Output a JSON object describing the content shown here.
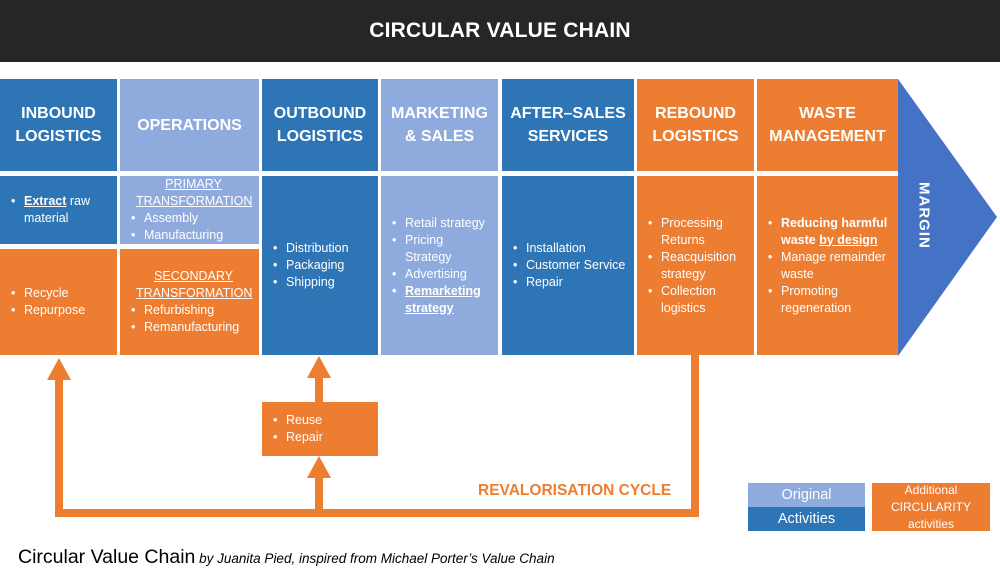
{
  "title": "CIRCULAR VALUE CHAIN",
  "columns": [
    {
      "id": "inbound",
      "header": "INBOUND LOGISTICS"
    },
    {
      "id": "operations",
      "header": "OPERATIONS"
    },
    {
      "id": "outbound",
      "header": "OUTBOUND LOGISTICS"
    },
    {
      "id": "marketing",
      "header": "MARKETING & SALES"
    },
    {
      "id": "aftersales",
      "header": "AFTER–SALES SERVICES"
    },
    {
      "id": "rebound",
      "header": "REBOUND LOGISTICS"
    },
    {
      "id": "waste",
      "header": "WASTE MANAGEMENT"
    }
  ],
  "margin_label": "MARGIN",
  "inbound": {
    "top": {
      "emph": "Extract",
      "rest": " raw material"
    },
    "bottom": [
      "Recycle",
      "Repurpose"
    ]
  },
  "operations": {
    "primary_title": "PRIMARY TRANSFORMATION",
    "primary_items": [
      "Assembly",
      "Manufacturing"
    ],
    "secondary_title": "SECONDARY TRANSFORMATION",
    "secondary_items": [
      "Refurbishing",
      "Remanufacturing"
    ]
  },
  "outbound": {
    "items": [
      "Distribution",
      "Packaging",
      "Shipping"
    ]
  },
  "marketing": {
    "items": [
      "Retail strategy",
      "Pricing Strategy",
      "Advertising"
    ],
    "emph_item": "Remarketing strategy"
  },
  "aftersales": {
    "items": [
      "Installation",
      "Customer Service",
      "Repair"
    ]
  },
  "rebound": {
    "items": [
      "Processing Returns",
      "Reacquisition strategy",
      "Collection logistics"
    ]
  },
  "waste": {
    "first_strong": "Reducing harmful waste ",
    "first_emph": "by design",
    "items": [
      "Manage remainder waste",
      "Promoting regeneration"
    ]
  },
  "loop_box": {
    "items": [
      "Reuse",
      "Repair"
    ]
  },
  "cycle_label": "REVALORISATION CYCLE",
  "legend": {
    "original_top": "Original",
    "original_bottom": "Activities",
    "additional": "Additional CIRCULARITY activities"
  },
  "caption": {
    "main": "Circular Value Chain",
    "by": " by Juanita Pied, inspired from Michael Porter’s Value Chain"
  },
  "colors": {
    "blue": "#2e75b6",
    "light_blue": "#8faadc",
    "orange": "#ed7d31",
    "margin_blue": "#4472c4",
    "title_bar": "#262626"
  }
}
